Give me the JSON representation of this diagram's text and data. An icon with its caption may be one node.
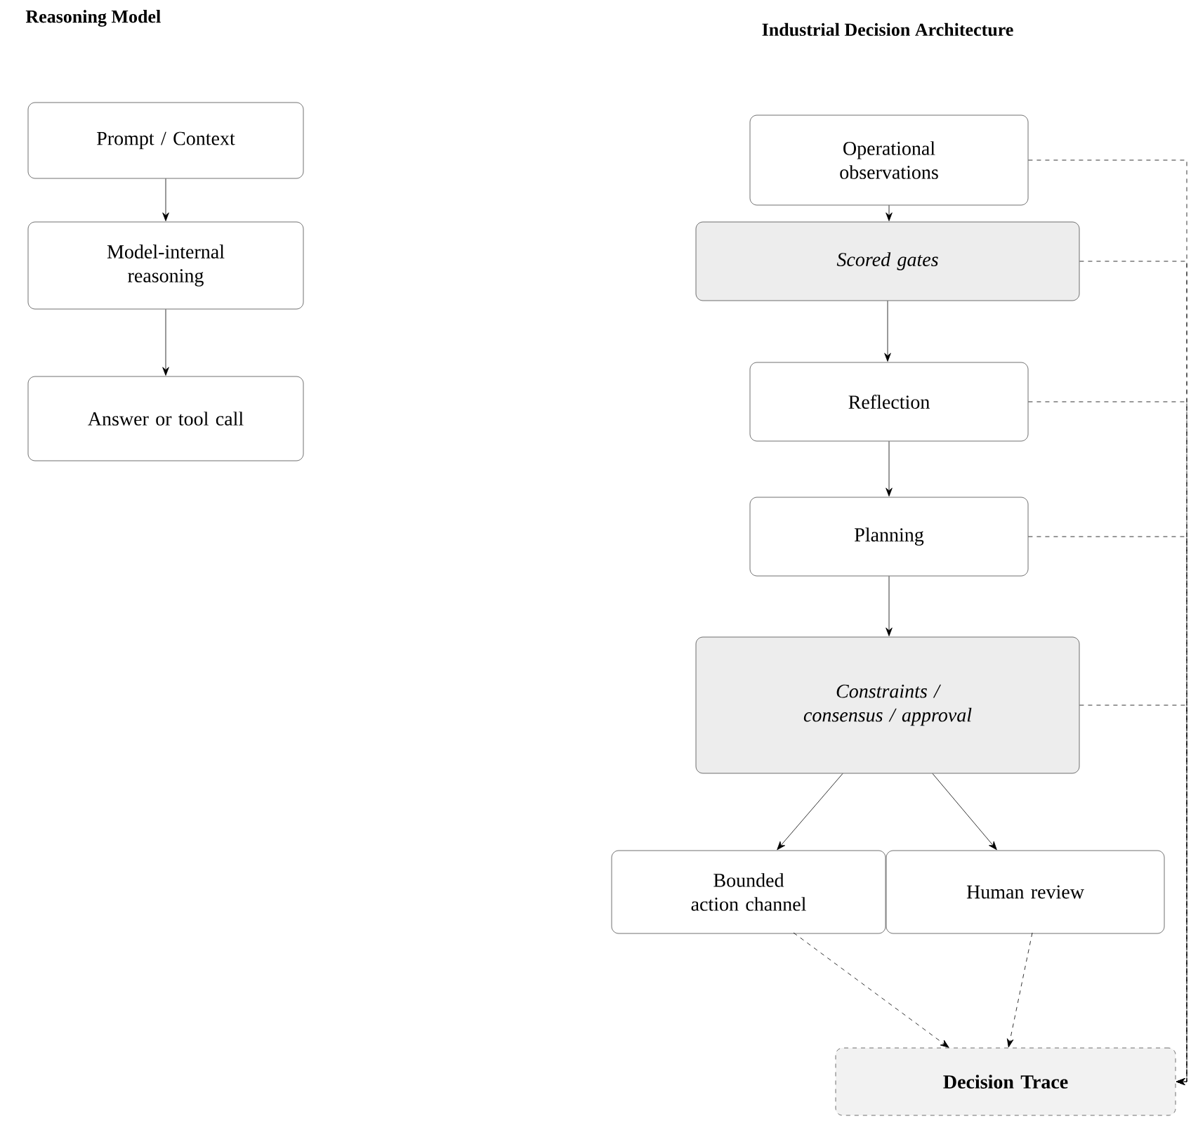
{
  "diagram": {
    "nodes": [
      {
        "text": [
          "Prompt / Context"
        ]
      },
      {
        "text": [
          "Model-internal reasoning"
        ]
      },
      {
        "text": [
          "Answer or tool call"
        ]
      },
      {
        "text": [
          "Operational observations"
        ]
      },
      {
        "text": [
          "Scored gates"
        ]
      },
      {
        "text": [
          "Reflection"
        ]
      },
      {
        "text": [
          "Planning"
        ]
      },
      {
        "text": [
          "Constraints / consensus / approval"
        ]
      },
      {
        "text": [
          "Bounded action channel"
        ]
      },
      {
        "text": [
          "Human review"
        ]
      },
      {
        "text": [
          "Decision Trace"
        ]
      }
    ],
    "edges": [
      {
        "from": 0,
        "to": 1,
        "arrow": "to"
      },
      {
        "from": 1,
        "to": 2,
        "arrow": "to"
      },
      {
        "from": 3,
        "to": 4,
        "arrow": "to"
      },
      {
        "from": 4,
        "to": 5,
        "arrow": "to"
      },
      {
        "from": 5,
        "to": 6,
        "arrow": "to"
      },
      {
        "from": 6,
        "to": 7,
        "arrow": "to"
      },
      {
        "from": 7,
        "to": 8,
        "arrow": "to"
      },
      {
        "from": 7,
        "to": 9,
        "arrow": "to"
      },
      {
        "from": 8,
        "to": 10,
        "arrow": "to",
        "style": "dashed"
      },
      {
        "from": 9,
        "to": 10,
        "arrow": "to",
        "style": "dashed"
      },
      {
        "from": 3,
        "to": 10,
        "arrow": "to",
        "style": "dashed"
      },
      {
        "from": 4,
        "to": 10,
        "arrow": "to",
        "style": "dashed"
      },
      {
        "from": 5,
        "to": 10,
        "arrow": "to",
        "style": "dashed"
      },
      {
        "from": 6,
        "to": 10,
        "arrow": "to",
        "style": "dashed"
      },
      {
        "from": 7,
        "to": 10,
        "arrow": "to",
        "style": "dashed"
      }
    ],
    "labels": [
      "Reasoning Model",
      "Industrial Decision Architecture"
    ]
  }
}
